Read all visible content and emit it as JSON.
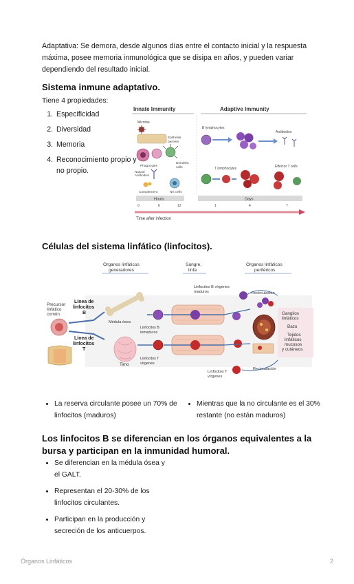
{
  "intro": "Adaptativa: Se demora, desde algunos días entre el contacto inicial y la respuesta máxima, posee memoria inmunológica que se disipa en años, y pueden variar dependiendo del resultado inicial.",
  "section1": {
    "heading": "Sistema inmune adaptativo.",
    "subnote": "Tiene 4 propiedades:",
    "properties": [
      "Especificidad",
      "Diversidad",
      "Memoria",
      "Reconocimiento propio y no propio."
    ]
  },
  "fig1": {
    "innate_title": "Innate Immunity",
    "adaptive_title": "Adaptive Immunity",
    "microbe": "Microbe",
    "epithelial": "Epithelial",
    "barriers": "barriers",
    "phagocytes": "Phagocytes",
    "dendritic": "Dendritic",
    "cells": "cells",
    "natural": "Natural",
    "antibodies_nat": "Antibodies",
    "complement": "Complement",
    "nk_cells": "NK cells",
    "b_lymph": "B lymphocytes",
    "antibodies": "Antibodies",
    "t_lymph": "T lymphocytes",
    "effector_t": "Effector T cells",
    "hours": "Hours",
    "days": "Days",
    "ticks": [
      "0",
      "6",
      "12",
      "1",
      "4",
      "7"
    ],
    "time_axis": "Time after infection"
  },
  "section2": {
    "heading": "Células del sistema linfático (linfocitos)."
  },
  "fig2": {
    "org_gen_1": "Órganos linfáticos",
    "org_gen_2": "generadores",
    "sangre_1": "Sangre,",
    "sangre_2": "linfa",
    "org_per_1": "Órganos linfáticos",
    "org_per_2": "periféricos",
    "lb_virgenes_1": "Linfocitos B vírgenes",
    "lb_virgenes_2": "maduros",
    "recirc_top": "Recirculación",
    "precursor_1": "Precursor",
    "precursor_2": "linfático",
    "precursor_3": "común",
    "linea_b_1": "Línea de",
    "linea_b_2": "linfocitos",
    "linea_b_3": "B",
    "linea_t_1": "Línea de",
    "linea_t_2": "linfocitos",
    "linea_t_3": "T",
    "medula": "Médula ósea",
    "lb_inm_1": "Linfocitos B",
    "lb_inm_2": "inmaduros",
    "timo": "Timo",
    "lt_virg_1": "Linfocitos T",
    "lt_virg_2": "vírgenes",
    "ganglios_1": "Ganglios",
    "ganglios_2": "linfáticos",
    "bazo": "Bazo",
    "tejidos_1": "Tejidos",
    "tejidos_2": "linfáticos",
    "tejidos_3": "mucosos",
    "tejidos_4": "y cutáneos",
    "lt_bottom_1": "Linfocitos T",
    "lt_bottom_2": "vírgenes",
    "recirc_bottom": "Recirculación"
  },
  "bullets2": [
    "La reserva circulante posee un 70% de linfocitos (maduros)",
    "Mientras que la no circulante es el 30% restante (no están maduros)"
  ],
  "section3": {
    "heading": "Los linfocitos B se diferencian en los órganos equivalentes a la bursa y participan en la inmunidad humoral.",
    "points": [
      "Se diferencian en la médula ósea y el GALT.",
      "Representan el 20-30% de los linfocitos circulantes.",
      "Participan en la producción y secreción de los anticuerpos."
    ]
  },
  "footer": {
    "title": "Órganos Linfáticos",
    "page": "2"
  },
  "colors": {
    "text": "#1a1a1a",
    "footer": "#9a9a9a",
    "axis_red": "#d6435e"
  }
}
